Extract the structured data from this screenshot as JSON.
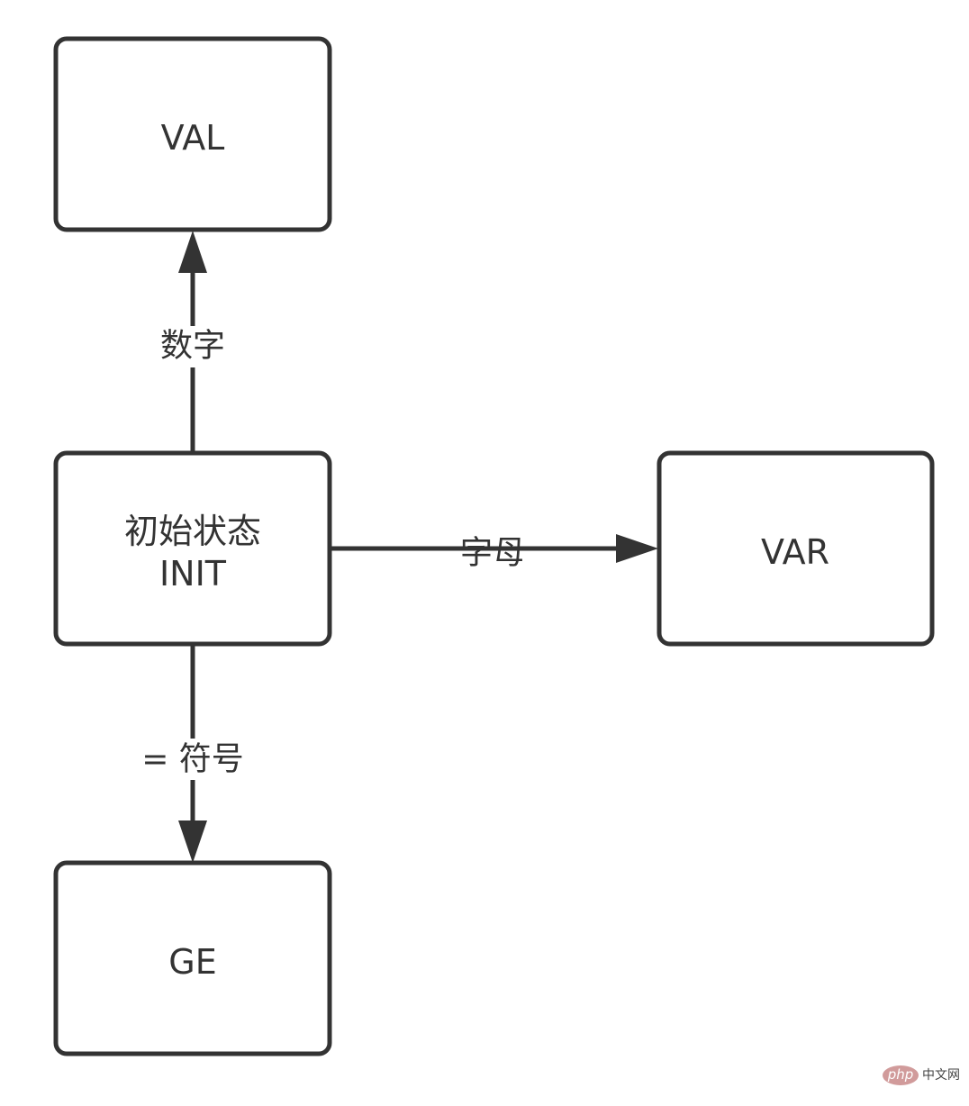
{
  "diagram": {
    "type": "state-transition",
    "nodes": {
      "val": {
        "label": "VAL"
      },
      "init": {
        "label_line1": "初始状态",
        "label_line2": "INIT"
      },
      "var": {
        "label": "VAR"
      },
      "ge": {
        "label": "GE"
      }
    },
    "edges": {
      "init_to_val": {
        "from": "INIT",
        "to": "VAL",
        "label": "数字"
      },
      "init_to_var": {
        "from": "INIT",
        "to": "VAR",
        "label": "字母"
      },
      "init_to_ge": {
        "from": "INIT",
        "to": "GE",
        "label": "= 符号"
      }
    },
    "colors": {
      "stroke": "#333333",
      "background": "#ffffff"
    }
  },
  "watermark": {
    "logo_text": "php",
    "site_text": "中文网"
  }
}
